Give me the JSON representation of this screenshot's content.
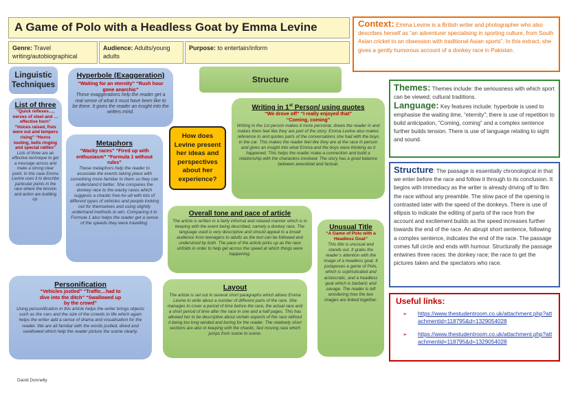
{
  "header": {
    "title": "A Game of Polo with a Headless Goat by Emma Levine",
    "genre_label": "Genre:",
    "genre_value": "Travel writing/autobiographical",
    "audience_label": "Audience:",
    "audience_value": "Adults/young adults",
    "purpose_label": "Purpose:",
    "purpose_value": "to entertain/inform"
  },
  "context": {
    "label": "Context:",
    "text": "Emma Levine is a British writer and photographer who also describes herself as “an adventurer specialising in sporting culture, from South Asian cricket to an obsession with traditional Asian sports”. In this extract, she gives a gently humorous account of a donkey race in Pakistan."
  },
  "linguistic": {
    "title": "Linguistic Techniques"
  },
  "structure_title": "Structure",
  "question": "How does Levine present her ideas and perspectives about her experience?",
  "list_of_three": {
    "title": "List of three",
    "quotes": "“Quick reflexes…, nerves of steel and …effective horn” “Voices raised, fists were out and tempers rising” “Horns tooting, bells ringing and special rattles”",
    "body": "Lists of three are an effective technique to get a message across and make a strong clear point. In this case Emma Levine uses it to describe particular points in the race where the tension and action are building up."
  },
  "hyperbole": {
    "title": "Hyperbole (Exaggeration)",
    "quotes": "“Waiting for an eternity” “Rush hour gone anarchic”",
    "body": "These exaggerations help the reader get a real sense of what it must have been like to be there. It gives the reader an insight into the writers mind."
  },
  "metaphors": {
    "title": "Metaphors",
    "quotes": "“Wacky races” “Fired up with enthusiasm” “Formula 1 without rules”",
    "body": "These metaphors help the reader to associate the events taking place with something more familiar to them so they can understand it better. She compares the donkey race to the wacky races which suggests a chaotic free-for-all with lots of different types of vehicles and people looking out for themselves and using slightly underhand methods to win. Comparing it to Formula 1 also helps the reader get a sense of the speeds they were travelling."
  },
  "personification": {
    "title": "Personification",
    "quotes": "“Vehicles jostled” “Traffic…had to dive into the ditch” “Swallowed up by the crowd”",
    "body": "Using personification in this article helps the writer brings objects such as the cars and the size of the crowds to life which again helps the writer add a sense of drama and visualisation for the reader. We are all familiar with the words jostled, dived and swallowed which help the reader picture the scene clearly."
  },
  "first_person": {
    "title_pre": "Writing in 1",
    "title_sup": "st",
    "title_post": " Person/ using quotes",
    "quotes": "“We drove off” “I really enjoyed that” “Coming, coming”",
    "body": "Writing in the 1st person makes it more personal, draws the reader in and makes them feel like they are part of the story. Emma Levine also makes reference to and quotes parts of the conversations she had with the boys in the car. This makes the reader feel like they are at the race in person and gives an insight into what Emma and the boys were thinking as it happened. This helps the reader make a connection and build a relationship with the characters involved. The story has a good balance between anecdotal and factual."
  },
  "tone": {
    "title": "Overall tone and pace of article",
    "body": "The article is written in a fairly informal and relaxed manner which is in keeping with the event being described, namely a donkey race. The language used is very descriptive and should appeal to a broad audience from teenagers to adults as the text can be followed and understood by both. The pace of the article picks up as the race unfolds in order to help get across the speed at which things were happening."
  },
  "layout": {
    "title": "Layout",
    "body": "The article is set out in several short paragraphs which allows Emma Levine to write about a number of different parts of the race. She manages to cover a period of time before the race, the actual race and a short period of time after the race in one and a half pages. This has allowed her to be descriptive about certain aspects of the race without it being too long winded and boring for the reader. The relatively short sections are also in keeping with the chaotic, fast moving race which jumps from scene to scene."
  },
  "unusual_title": {
    "title": "Unusual Title",
    "quotes": "“A Game of Polo with a Headless Goat”",
    "body": "This title is unusual and stands out. It grabs the reader’s attention with the image of a headless goat. It juxtaposes a game of Polo, which is sophisticated and aristocratic, and a headless goat which is barbaric and savage. The reader is left wondering how the two images are linked together."
  },
  "themes": {
    "label": "Themes:",
    "text": "Themes include: the seriousness with which sport can be viewed; cultural traditions.",
    "lang_label": "Language:",
    "lang_text": "Key features include: hyperbole is used to emphasise the waiting time, “eternity”; there is use of repetition to build anticipation, “Coming, coming” and a complex sentence further builds tension. There is use of language relating to sight and sound."
  },
  "structure_box": {
    "label": "Structure",
    "text": ": The passage is essentially chronological in that we enter before the race and follow it through to its conclusion. It begins with immediacy as the writer is already driving off to film the race without any preamble. The slow pace of the opening is contrasted later with the speed of the donkeys. There is use of ellipsis to indicate the editing of parts of the race from the account and excitement builds as the speed increases further towards the end of the race. An abrupt short sentence, following a complex sentence, indicates the end of the race. The passage comes full circle and ends with humour. Structurally the passage entwines three races: the donkey race; the race to get the pictures taken and the spectators who race."
  },
  "useful_links": {
    "title": "Useful links:",
    "links": [
      "https://www.thestudentroom.co.uk/attachment.php?attachmentid=118795&d=1329054028",
      "https://www.thestudentroom.co.uk/attachment.php?attachmentid=118795&d=1329054028"
    ]
  },
  "author": "David Donnelly",
  "colors": {
    "orange": "#e46c0a",
    "green_border": "#2e8b2e",
    "blue_border": "#3a5fa8",
    "red_border": "#c00000",
    "quote_red": "#c00000"
  }
}
